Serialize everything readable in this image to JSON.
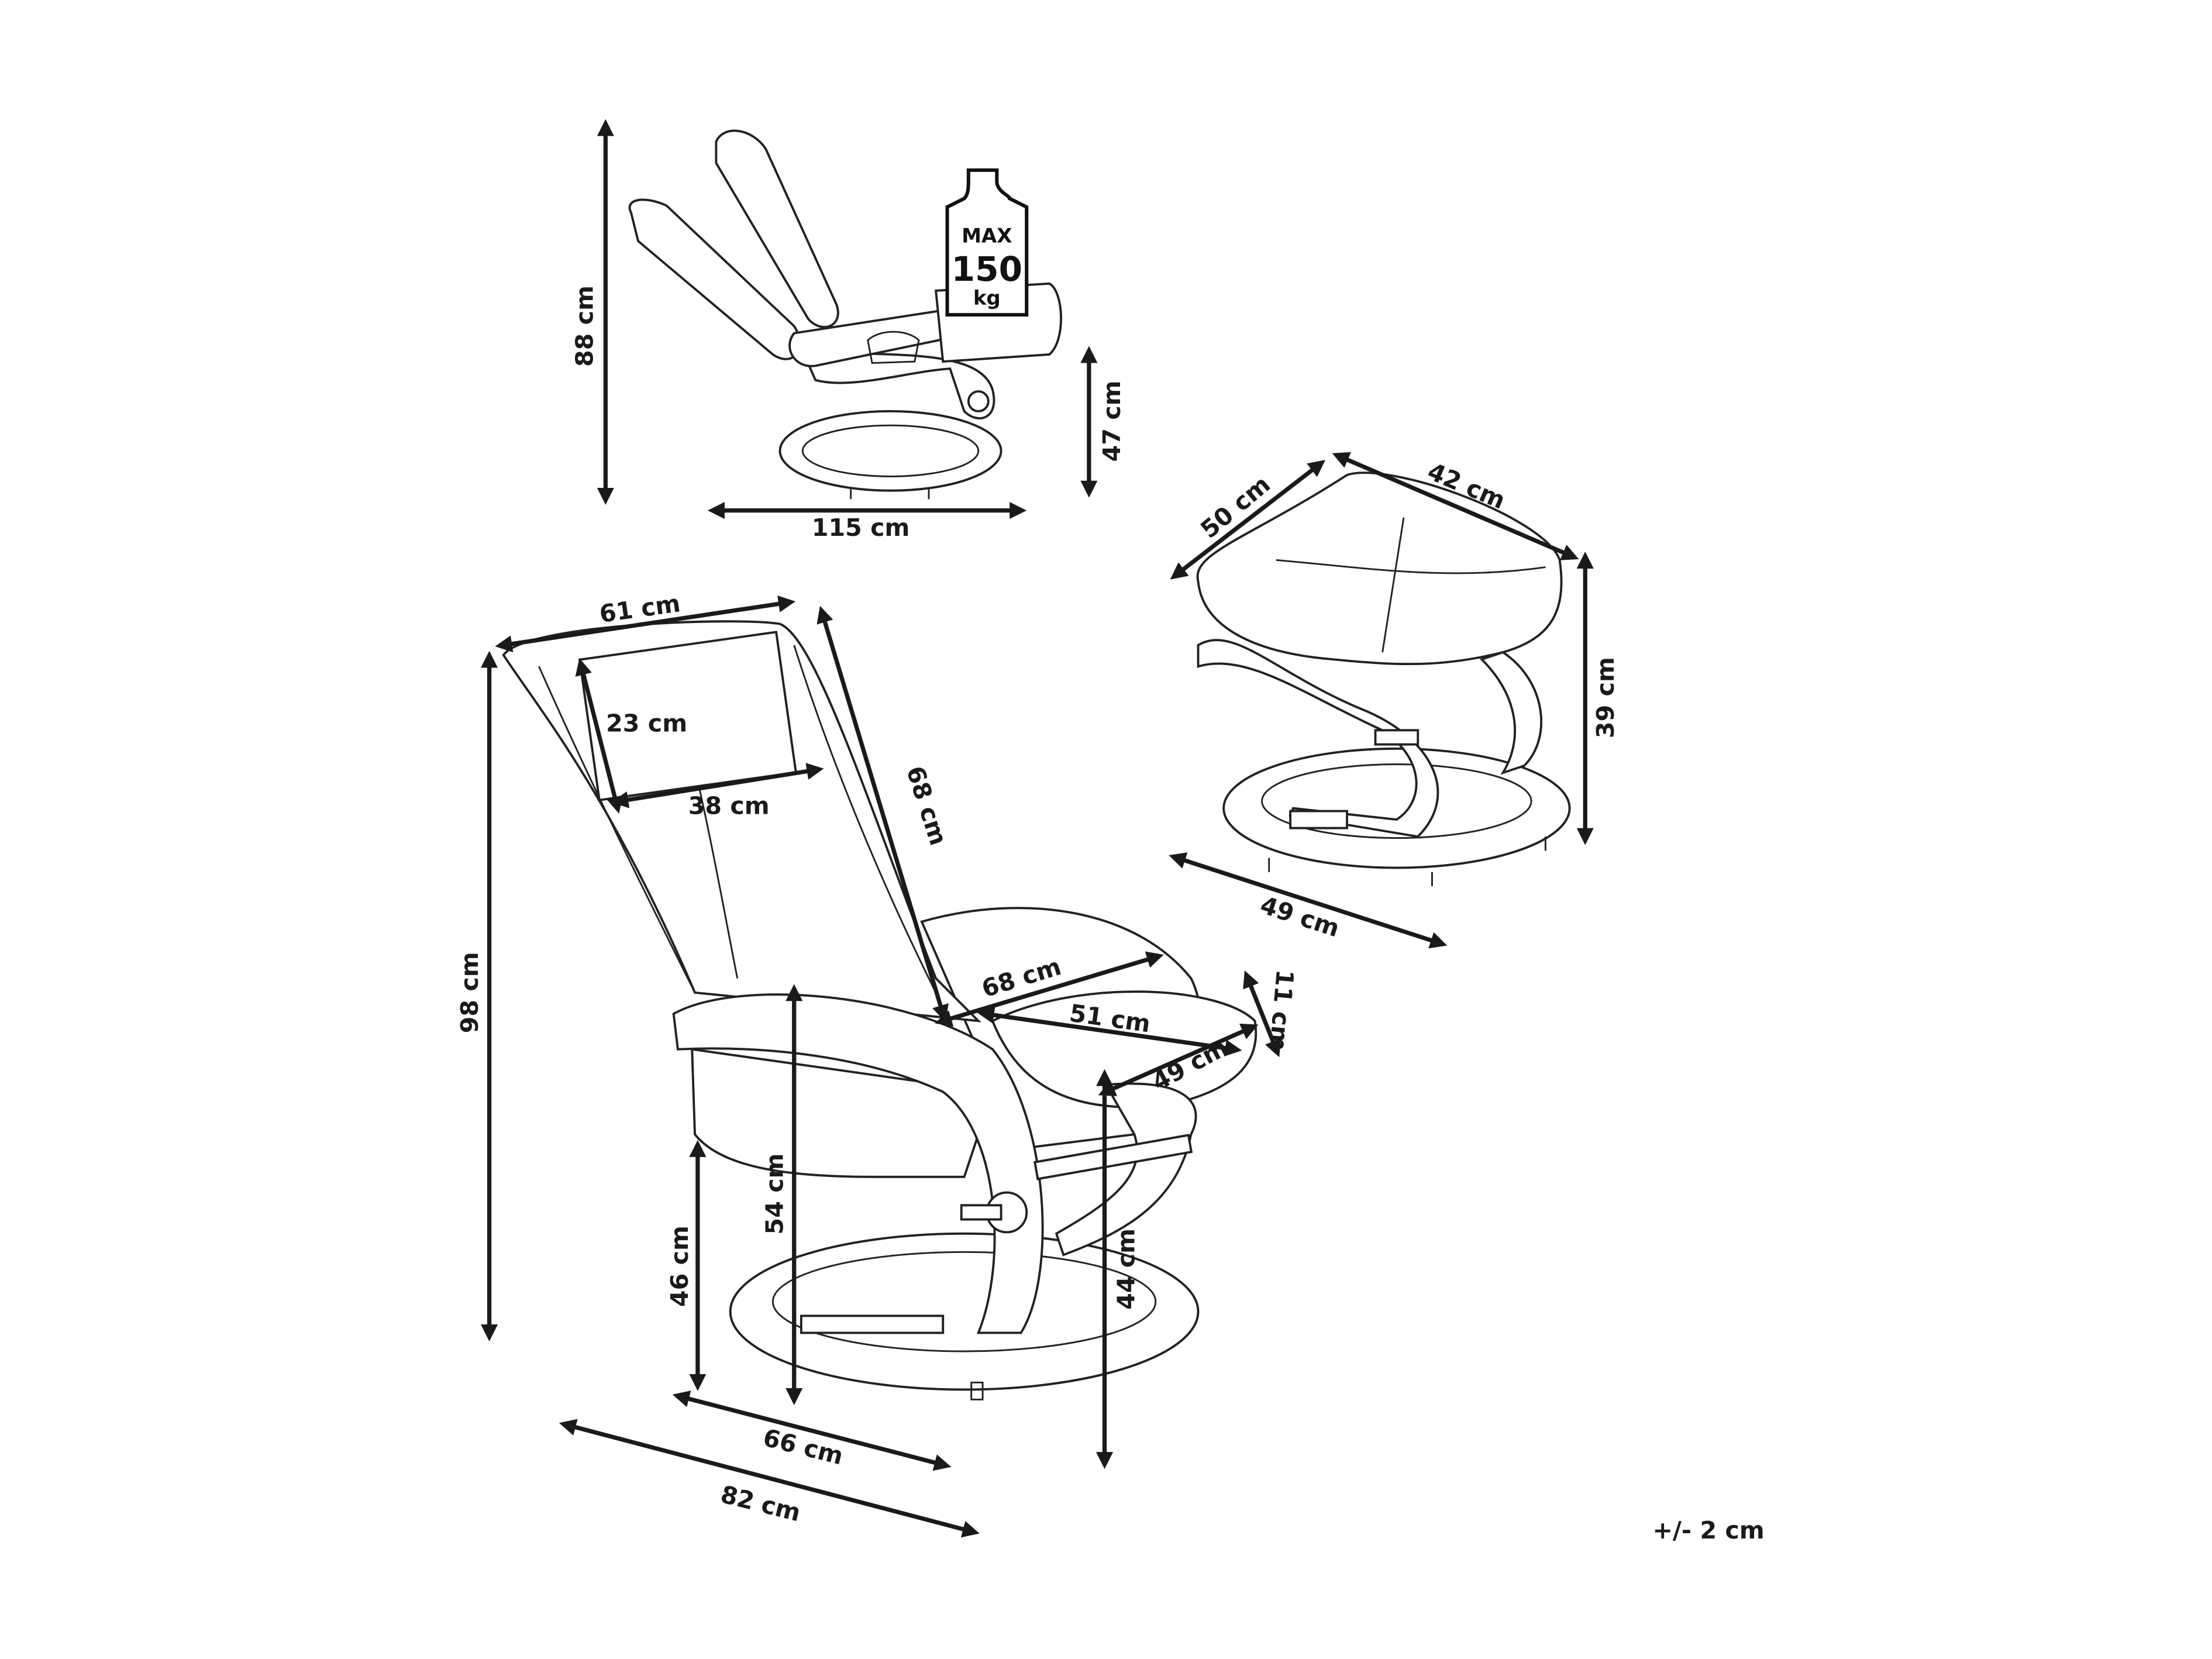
{
  "weight_badge": {
    "line1": "MAX",
    "line2": "150",
    "line3": "kg"
  },
  "recliner_view": {
    "height": "88 cm",
    "length": "115 cm",
    "seat_height": "47 cm"
  },
  "ottoman": {
    "depth": "50 cm",
    "width": "42 cm",
    "height": "39 cm",
    "base": "49 cm"
  },
  "chair": {
    "back_width": "61 cm",
    "headrest_height": "23 cm",
    "headrest_width": "38 cm",
    "back_length": "68 cm",
    "total_height": "98 cm",
    "seat_width": "68 cm",
    "seat_depth": "51 cm",
    "cushion_thickness": "11 cm",
    "seat_inner": "49 cm",
    "armrest_height": "54 cm",
    "seat_height": "46 cm",
    "base_height": "44 cm",
    "base_depth": "66 cm",
    "total_depth": "82 cm"
  },
  "tolerance": "+/- 2 cm"
}
